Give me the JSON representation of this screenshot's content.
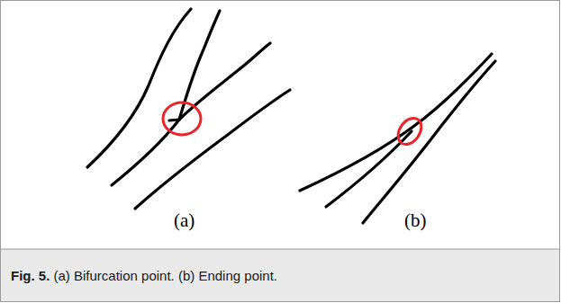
{
  "diagram": {
    "caption": "Fig. 5. (a) Bifurcation point. (b) Ending point.",
    "labels": [
      "(a)",
      "(b)"
    ]
  }
}
